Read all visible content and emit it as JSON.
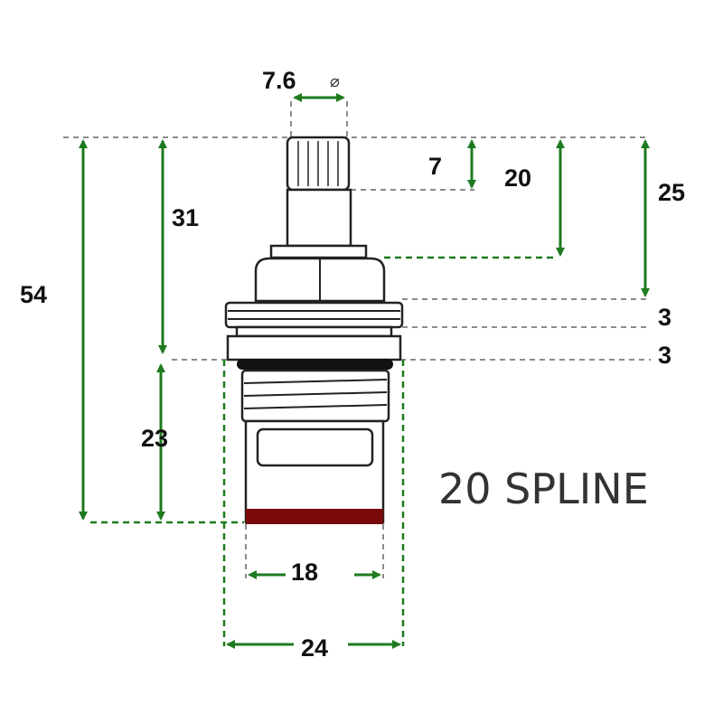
{
  "diagram": {
    "title": "20 SPLINE",
    "dimensions": {
      "spindle_diameter": "7.6",
      "diameter_symbol": "⌀",
      "overall_height": "54",
      "upper_height": "31",
      "lower_height": "23",
      "spline_height": "7",
      "spline_to_hex": "20",
      "spline_to_thread": "25",
      "thread_band": "3",
      "ring_band": "3",
      "seal_width": "18",
      "thread_width": "24"
    },
    "colors": {
      "dimension_lines": "#1e7a1e",
      "seal": "#7a0a0a",
      "outline": "#222222"
    }
  }
}
